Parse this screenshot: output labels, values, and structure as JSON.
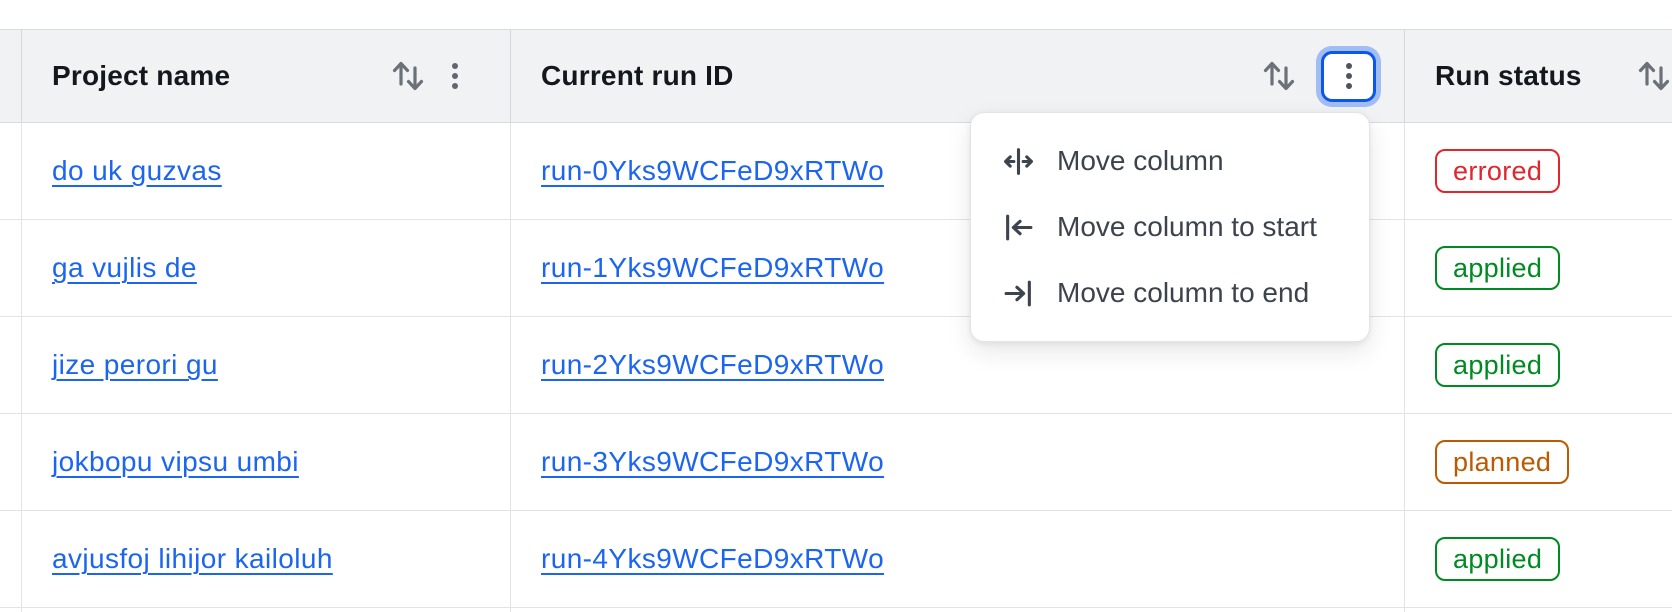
{
  "header": {
    "columns": [
      {
        "label": "Project name",
        "icons": [
          "sort-icon",
          "kebab-icon"
        ]
      },
      {
        "label": "Current run ID",
        "icons": [
          "sort-icon",
          "kebab-icon"
        ],
        "menu_open": true
      },
      {
        "label": "Run status",
        "icons": [
          "sort-icon"
        ]
      }
    ]
  },
  "rows": [
    {
      "project": "do uk guzvas",
      "run_id": "run-0Yks9WCFeD9xRTWo",
      "status": "errored"
    },
    {
      "project": "ga vujlis de",
      "run_id": "run-1Yks9WCFeD9xRTWo",
      "status": "applied"
    },
    {
      "project": "jize perori gu",
      "run_id": "run-2Yks9WCFeD9xRTWo",
      "status": "applied"
    },
    {
      "project": "jokbopu vipsu umbi",
      "run_id": "run-3Yks9WCFeD9xRTWo",
      "status": "planned"
    },
    {
      "project": "avjusfoj lihijor kailoluh",
      "run_id": "run-4Yks9WCFeD9xRTWo",
      "status": "applied"
    }
  ],
  "context_menu": {
    "attached_to_column": "Current run ID",
    "items": [
      {
        "label": "Move column",
        "icon": "move-column-icon"
      },
      {
        "label": "Move column to start",
        "icon": "move-column-to-start-icon"
      },
      {
        "label": "Move column to end",
        "icon": "move-column-to-end-icon"
      }
    ]
  },
  "colors": {
    "link_blue": "#1b65f0",
    "status_errored": "#e1262d",
    "status_applied": "#008a22",
    "status_planned": "#bb5a00",
    "focus_ring_blue": "#0b57e8",
    "header_background": "#f1f2f3",
    "border_gray": "#e1e3e7",
    "header_text": "#14171c",
    "menu_text": "#3c434d",
    "icon_gray": "#6b7178"
  }
}
